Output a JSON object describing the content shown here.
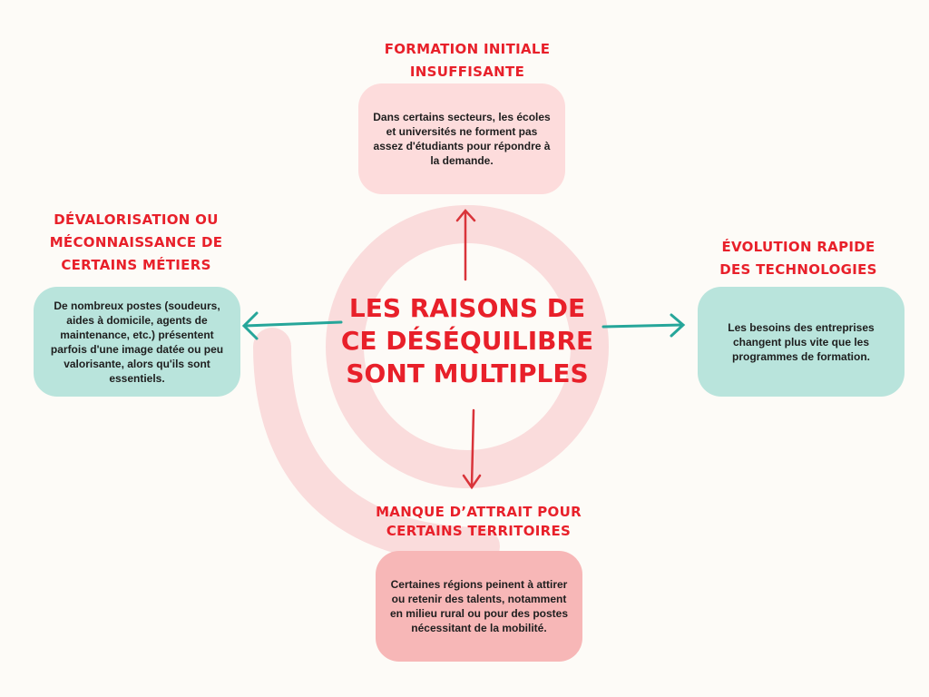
{
  "center_title": "Les raisons de ce déséquilibre sont multiples",
  "colors": {
    "red": "#e8202a",
    "teal": "#26a69a",
    "pink_box": "#fddcdc",
    "teal_box": "#b9e4dc",
    "rose_box": "#f7b7b7"
  },
  "branches": {
    "top": {
      "heading": "Formation initiale insuffisante",
      "text": "Dans certains secteurs, les écoles et universités ne forment pas assez d'étudiants pour répondre à la demande."
    },
    "left": {
      "heading": "Dévalorisation ou méconnaissance de certains métiers",
      "text": "De nombreux postes (soudeurs, aides à domicile, agents de maintenance, etc.) présentent parfois d'une image datée ou peu valorisante, alors qu'ils sont essentiels."
    },
    "right": {
      "heading": "Évolution rapide des technologies",
      "text": "Les besoins des entreprises changent plus vite que les programmes de formation."
    },
    "bottom": {
      "heading": "Manque d’attrait pour certains territoires",
      "text": "Certaines régions peinent à attirer ou retenir des talents, notamment en milieu rural ou pour des postes nécessitant de la mobilité."
    }
  }
}
